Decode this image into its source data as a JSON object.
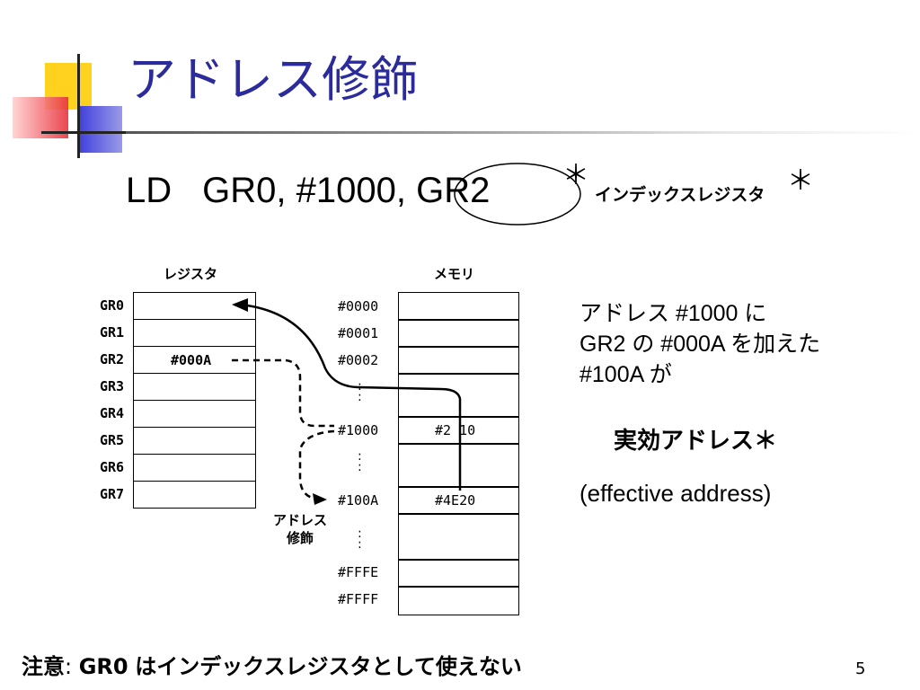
{
  "slide": {
    "title": "アドレス修飾",
    "page_number": "5"
  },
  "instruction": {
    "opcode": "LD",
    "operand1": "GR0,",
    "operand2": "#1000,",
    "operand3": "GR2",
    "star": "＊",
    "index_register_label": "インデックスレジスタ",
    "index_register_star": "＊"
  },
  "diagram": {
    "register_header": "レジスタ",
    "memory_header": "メモリ",
    "registers": [
      "GR0",
      "GR1",
      "GR2",
      "GR3",
      "GR4",
      "GR5",
      "GR6",
      "GR7"
    ],
    "gr2_value": "#000A",
    "addresses_top": [
      "#0000",
      "#0001",
      "#0002"
    ],
    "address_1000": "#1000",
    "address_100a": "#100A",
    "addresses_bottom": [
      "#FFFE",
      "#FFFF"
    ],
    "mem_1000_value": "#2 10",
    "mem_100a_value": "#4E20",
    "address_mod_line1": "アドレス",
    "address_mod_line2": "修飾",
    "dots": ":"
  },
  "explanation": {
    "line1": "アドレス #1000 に",
    "line2": "GR2 の #000A を加えた",
    "line3": "#100A が",
    "effective_address_ja": "実効アドレス＊",
    "effective_address_en": "(effective address)"
  },
  "note": {
    "label": "注意",
    "colon": ":",
    "register": "GR0",
    "text": "はインデックスレジスタとして使えない"
  }
}
